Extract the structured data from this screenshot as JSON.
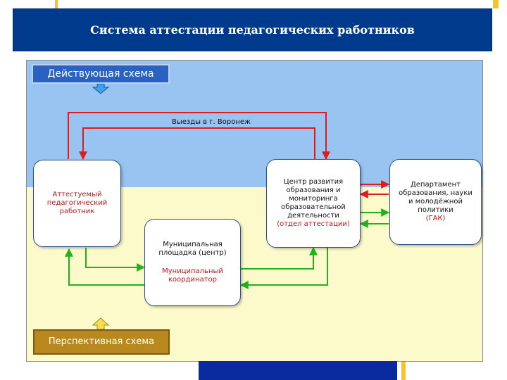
{
  "title": "Система аттестации педагогических работников",
  "current_scheme": "Действующая схема",
  "future_scheme": "Перспективная схема",
  "trips_label": "Выезды в г. Воронеж",
  "nodes": {
    "teacher": "Аттестуемый педагогический работник",
    "municipal_site": "Муниципальная площадка (центр)",
    "municipal_coordinator": "Муниципальный координатор",
    "center_text": "Центр развития образования и мониторинга образовательной деятельности",
    "center_dept": "(отдел аттестации)",
    "department_text": "Департамент образования, науки и молодёжной политики",
    "department_gak": "(ГАК)"
  },
  "colors": {
    "title_bg": "#003a8c",
    "current_area": "#99c3f0",
    "future_area": "#fcfacb",
    "red_arrows": "#e01b1b",
    "green_arrows": "#1db31d",
    "accent": "#f4c430"
  }
}
